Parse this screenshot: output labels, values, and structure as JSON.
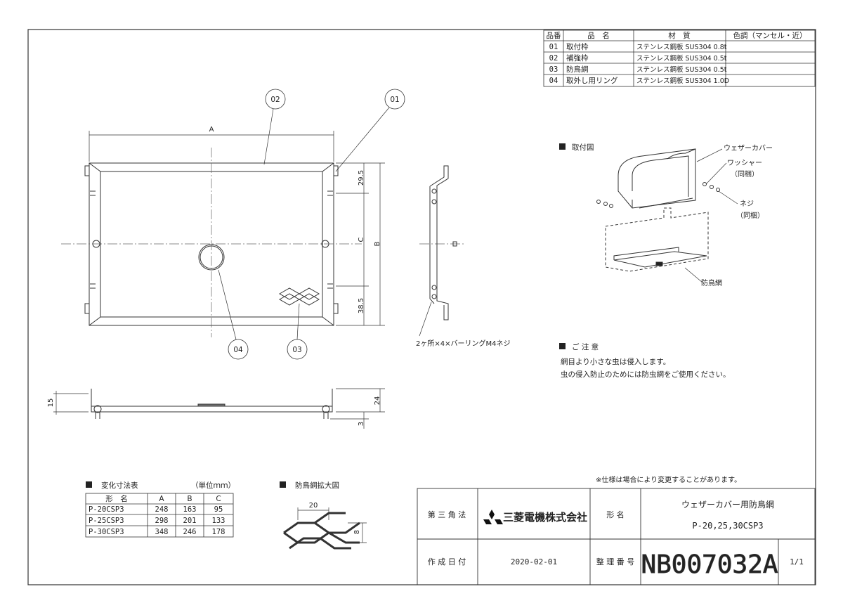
{
  "parts_table": {
    "headers": [
      "品番",
      "品　名",
      "材　質",
      "色調（マンセル・近）"
    ],
    "rows": [
      [
        "01",
        "取付枠",
        "ステンレス鋼板 SUS304 0.8t",
        ""
      ],
      [
        "02",
        "補強枠",
        "ステンレス鋼板 SUS304 0.5t",
        ""
      ],
      [
        "03",
        "防鳥網",
        "ステンレス鋼板 SUS304 0.5t",
        ""
      ],
      [
        "04",
        "取外し用リング",
        "ステンレス鋼板 SUS304 1.0D",
        ""
      ]
    ]
  },
  "callouts": [
    "02",
    "01",
    "04",
    "03"
  ],
  "dims": {
    "a": "A",
    "b": "B",
    "c": "C",
    "top_offset": "29.5",
    "bottom_offset": "38.5",
    "h15": "15",
    "h24": "24",
    "h3": "3",
    "mesh_w": "20",
    "mesh_h": "8"
  },
  "side_note": "2ヶ所×4×バーリングM4ネジ",
  "install": {
    "heading": "取付図",
    "weather_cover": "ウェザーカバー",
    "washer": "ワッシャー",
    "washer_note": "（同梱）",
    "screw": "ネジ",
    "screw_note": "（同梱）",
    "net": "防鳥網"
  },
  "caution": {
    "heading": "ご 注 意",
    "lines": [
      "網目より小さな虫は侵入します。",
      "虫の侵入防止のためには防虫網をご使用ください。"
    ]
  },
  "size_table": {
    "heading": "変化寸法表",
    "unit": "（単位ｍｍ）",
    "headers": [
      "形　名",
      "A",
      "B",
      "C"
    ],
    "rows": [
      [
        "P-20CSP3",
        "248",
        "163",
        "95"
      ],
      [
        "P-25CSP3",
        "298",
        "201",
        "133"
      ],
      [
        "P-30CSP3",
        "348",
        "246",
        "178"
      ]
    ]
  },
  "mesh_detail": {
    "heading": "防鳥網拡大図"
  },
  "spec_note": "※仕様は場合により変更することがあります。",
  "title_block": {
    "projection": "第 三 角 法",
    "company": "三菱電機株式会社",
    "model_label": "形 名",
    "product_name": "ウェザーカバー用防鳥網",
    "model_numbers": "P-20,25,30CSP3",
    "date_label": "作 成 日 付",
    "date": "2020-02-01",
    "doc_no_label": "整 理 番 号",
    "doc_no": "NB007032A",
    "sheet": "1/1"
  }
}
